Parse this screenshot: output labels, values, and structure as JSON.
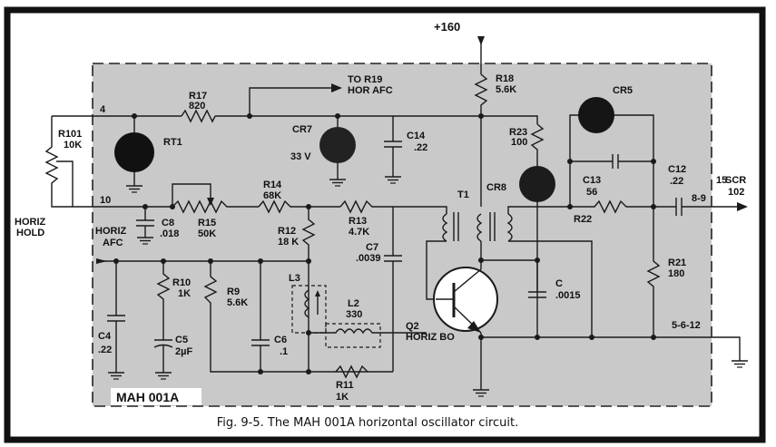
{
  "supply": "+160",
  "to_r19": [
    "TO R19",
    "HOR AFC"
  ],
  "pins": {
    "p4": "4",
    "p10": "10",
    "p15": "15",
    "p89": "8-9",
    "p5612": "5-6-12"
  },
  "external": {
    "r101": [
      "R101",
      "10K"
    ],
    "horiz_hold": [
      "HORIZ",
      "HOLD"
    ],
    "scr": [
      "SCR",
      "102"
    ]
  },
  "components": {
    "r17": [
      "R17",
      "820"
    ],
    "rt1": "RT1",
    "cr7": [
      "CR7",
      "33 V"
    ],
    "c14": [
      "C14",
      ".22"
    ],
    "r18": [
      "R18",
      "5.6K"
    ],
    "r23": [
      "R23",
      "100"
    ],
    "cr5": "CR5",
    "cr8": "CR8",
    "t1": "T1",
    "c13": [
      "C13",
      "56"
    ],
    "c12": [
      "C12",
      ".22"
    ],
    "r22": "R22",
    "c8": [
      "C8",
      ".018"
    ],
    "r15": [
      "R15",
      "50K"
    ],
    "r14": [
      "R14",
      "68K"
    ],
    "r12": [
      "R12",
      "18 K"
    ],
    "r13": [
      "R13",
      "4.7K"
    ],
    "c7": [
      "C7",
      ".0039"
    ],
    "horiz_afc": [
      "HORIZ",
      "AFC"
    ],
    "r10": [
      "R10",
      "1K"
    ],
    "r9": [
      "R9",
      "5.6K"
    ],
    "c4": [
      "C4",
      ".22"
    ],
    "c5": [
      "C5",
      "2µF"
    ],
    "c6": [
      "C6",
      ".1"
    ],
    "l3": "L3",
    "l2": [
      "L2",
      "330"
    ],
    "r11": [
      "R11",
      "1K"
    ],
    "q2": [
      "Q2",
      "HORIZ BO"
    ],
    "c": [
      "C",
      ".0015"
    ],
    "r21": [
      "R21",
      "180"
    ]
  },
  "board_label": "MAH 001A",
  "caption": "Fig. 9-5. The MAH 001A horizontal oscillator circuit.",
  "colors": {
    "panel": "#c9c9c9",
    "ink": "#1a1a1a",
    "frame": "#111111"
  }
}
